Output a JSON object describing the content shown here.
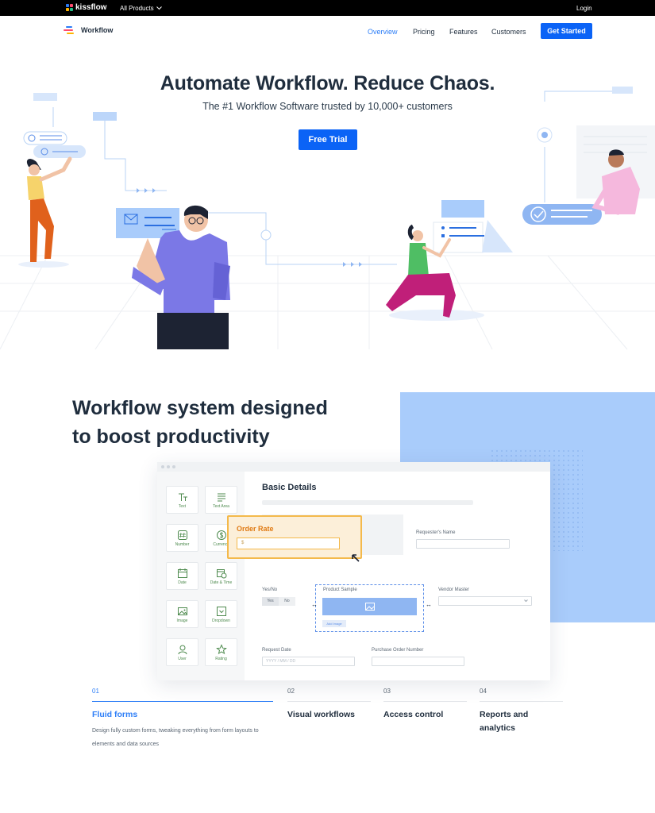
{
  "topbar": {
    "brand": "kissflow",
    "products_label": "All Products",
    "login_label": "Login"
  },
  "nav": {
    "logo_text": "Workflow",
    "links": [
      "Overview",
      "Pricing",
      "Features",
      "Customers"
    ],
    "active_link": "Overview",
    "cta_label": "Get Started"
  },
  "hero": {
    "title": "Automate Workflow. Reduce Chaos.",
    "subtitle": "The #1 Workflow Software trusted by 10,000+ customers",
    "cta_label": "Free Trial"
  },
  "section": {
    "title_line1": "Workflow system designed",
    "title_line2": "to boost productivity"
  },
  "mockup": {
    "palette": [
      "Text",
      "Text Area",
      "Number",
      "Currency",
      "Date",
      "Date & Time",
      "Image",
      "Dropdown",
      "User",
      "Rating"
    ],
    "form_title": "Basic Details",
    "order_card": {
      "title": "Order Rate",
      "input_value": "$"
    },
    "fields": {
      "requester": "Requester's Name",
      "yes_no": "Yes/No",
      "yes": "Yes",
      "no": "No",
      "product_sample": "Product Sample",
      "add_image": "Add Image",
      "vendor_master": "Vendor Master",
      "request_date": "Request Date",
      "date_placeholder": "YYYY / MM / DD",
      "purchase_order": "Purchase Order Number"
    }
  },
  "features": [
    {
      "num": "01",
      "name": "Fluid forms",
      "desc": "Design fully custom forms, tweaking everything from form layouts to elements and data sources"
    },
    {
      "num": "02",
      "name": "Visual workflows"
    },
    {
      "num": "03",
      "name": "Access control"
    },
    {
      "num": "04",
      "name": "Reports and analytics"
    }
  ],
  "colors": {
    "primary": "#0b63f6",
    "active_link": "#2d7ef7",
    "accent_block": "#a9ccfb",
    "order_card_bg": "#fcefd9",
    "order_card_border": "#f4b94b"
  }
}
